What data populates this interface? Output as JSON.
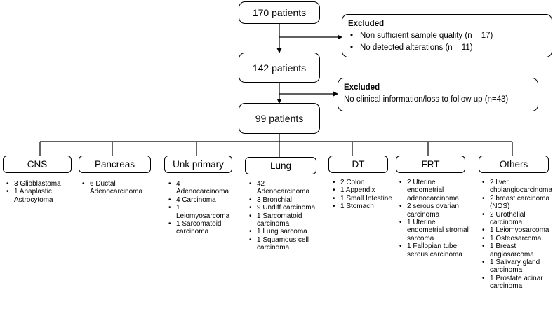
{
  "flow": {
    "start": "170 patients",
    "after_first_exclusion": "142 patients",
    "final": "99 patients"
  },
  "exclusion_1": {
    "title": "Excluded",
    "items": [
      "Non sufficient sample quality (n = 17)",
      "No detected alterations (n = 11)"
    ]
  },
  "exclusion_2": {
    "title": "Excluded",
    "text": "No clinical information/loss to follow up (n=43)"
  },
  "categories": [
    {
      "label": "CNS",
      "items": [
        "3 Glioblastoma",
        "1 Anaplastic Astrocytoma"
      ]
    },
    {
      "label": "Pancreas",
      "items": [
        "6 Ductal Adenocarcinoma"
      ]
    },
    {
      "label": "Unk primary",
      "items": [
        "4 Adenocarcinoma",
        "4 Carcinoma",
        "1 Leiomyosarcoma",
        "1 Sarcomatoid carcinoma"
      ]
    },
    {
      "label": "Lung",
      "items": [
        "42 Adenocarcinoma",
        "3 Bronchial",
        "9 Undiff carcinoma",
        "1 Sarcomatoid carcinoma",
        "1 Lung sarcoma",
        "1 Squamous cell carcinoma"
      ]
    },
    {
      "label": "DT",
      "items": [
        "2 Colon",
        "1 Appendix",
        "1 Small Intestine",
        "1 Stomach"
      ]
    },
    {
      "label": "FRT",
      "items": [
        "2 Uterine endometrial adenocarcinoma",
        "2 serous ovarian carcinoma",
        "1 Uterine endometrial stromal sarcoma",
        "1 Fallopian tube serous carcinoma"
      ]
    },
    {
      "label": "Others",
      "items": [
        "2 liver cholangiocarcinoma",
        "2 breast carcinoma (NOS)",
        "2 Urothelial carcinoma",
        "1 Leiomyosarcoma",
        "1 Osteosarcoma",
        "1 Breast angiosarcoma",
        "1 Salivary gland carcinoma",
        "1 Prostate acinar carcinoma"
      ]
    }
  ]
}
